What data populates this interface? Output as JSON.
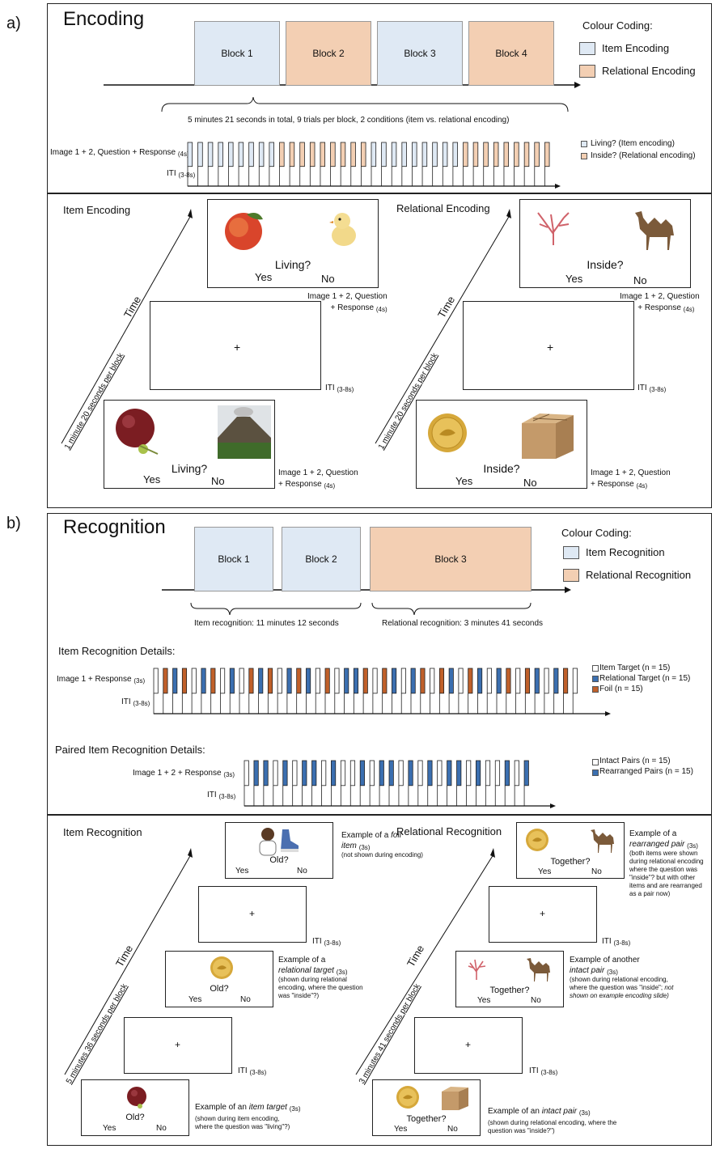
{
  "panel_a": {
    "letter": "a)",
    "title": "Encoding",
    "blocks": [
      "Block 1",
      "Block 2",
      "Block 3",
      "Block 4"
    ],
    "colour_coding_title": "Colour Coding:",
    "legend": [
      "Item Encoding",
      "Relational Encoding"
    ],
    "brace_text": "5 minutes 21 seconds in total, 9 trials per block, 2 conditions (item vs. relational encoding)",
    "timeline_labels": {
      "stim": "Image 1 + 2, Question + Response",
      "stim_sub": "(4s)",
      "iti": "ITI",
      "iti_sub": "(3-8s)"
    },
    "trial_legend": [
      "Living? (Item encoding)",
      "Inside? (Relational encoding)"
    ],
    "item_title": "Item Encoding",
    "rel_title": "Relational Encoding",
    "time_label": "Time",
    "per_block": "1 minute 20 seconds per block",
    "living_q": "Living?",
    "inside_q": "Inside?",
    "yes": "Yes",
    "no": "No",
    "plus": "+",
    "stim_line1": "Image 1 + 2, Question",
    "stim_line2": "+ Response",
    "stim_sub": "(4s)",
    "iti": "ITI",
    "iti_sub": "(3-8s)"
  },
  "panel_b": {
    "letter": "b)",
    "title": "Recognition",
    "blocks": [
      "Block 1",
      "Block 2",
      "Block 3"
    ],
    "colour_coding_title": "Colour Coding:",
    "legend": [
      "Item Recognition",
      "Relational Recognition"
    ],
    "brace_item": "Item recognition: 11 minutes 12 seconds",
    "brace_rel": "Relational recognition: 3 minutes 41 seconds",
    "item_details_title": "Item Recognition Details:",
    "item_stim": "Image 1 + Response",
    "item_stim_sub": "(3s)",
    "iti": "ITI",
    "iti_sub": "(3-8s)",
    "item_legend": [
      "Item Target (n = 15)",
      "Relational Target (n = 15)",
      "Foil (n = 15)"
    ],
    "paired_title": "Paired Item Recognition Details:",
    "paired_stim": "Image 1 + 2 + Response",
    "paired_stim_sub": "(3s)",
    "paired_legend": [
      "Intact Pairs (n = 15)",
      "Rearranged Pairs (n = 15)"
    ],
    "item_rec_title": "Item Recognition",
    "rel_rec_title": "Relational Recognition",
    "time_label": "Time",
    "item_per_block": "5 minutes 36 seconds per block",
    "rel_per_block": "3 minutes 41 seconds per block",
    "old_q": "Old?",
    "together_q": "Together?",
    "yes": "Yes",
    "no": "No",
    "plus": "+",
    "ex_foil_a": "Example of a",
    "ex_foil_b": "foil",
    "ex_foil_c": "item",
    "ex_sub": "(3s)",
    "ex_foil_note": "(not shown during encoding)",
    "ex_rel_a": "Example of a",
    "ex_rel_b": "relational target",
    "ex_rel_note": "(shown during relational encoding, where the question was \"inside\"?)",
    "ex_item_a": "Example of an",
    "ex_item_b": "item target",
    "ex_item_note": "(shown during item encoding, where the question was \"living\"?)",
    "ex_rearr_a": "Example of a",
    "ex_rearr_b": "rearranged pair",
    "ex_rearr_note": "(both items were shown during relational encoding where the question was \"inside\"? but with other items and are rearranged as a pair now)",
    "ex_intact2_a": "Example of another",
    "ex_intact2_b": "intact pair",
    "ex_intact2_note_a": "(shown during relational encoding, where the question was \"inside\";",
    "ex_intact2_note_b": "not shown on example encoding slide)",
    "ex_intact_a": "Example of an",
    "ex_intact_b": "intact pair",
    "ex_intact_note": "(shown during relational encoding, where the question was \"inside?\")"
  },
  "colors": {
    "item": "#dfe9f4",
    "relational": "#f3cfb3",
    "foil": "#c0602a",
    "rel_target": "#3b6fb0",
    "item_target": "#ffffff"
  },
  "icons": [
    "peach-image",
    "chick-image",
    "coral-image",
    "camel-image",
    "grape-image",
    "volcano-image",
    "coin-image",
    "box-image",
    "woman-image",
    "shoe-image"
  ]
}
